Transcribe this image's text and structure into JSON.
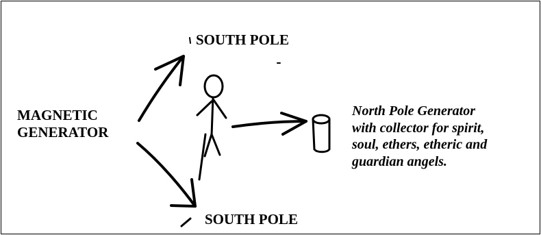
{
  "diagram": {
    "south_pole_top_label": "SOUTH POLE",
    "south_pole_bottom_label": "SOUTH POLE",
    "magnetic_generator_lines": [
      "MAGNETIC",
      "GENERATOR"
    ],
    "north_pole_description_lines": [
      "North Pole Generator",
      "with collector for spirit,",
      "soul, ethers, etheric and",
      "guardian angels."
    ]
  }
}
